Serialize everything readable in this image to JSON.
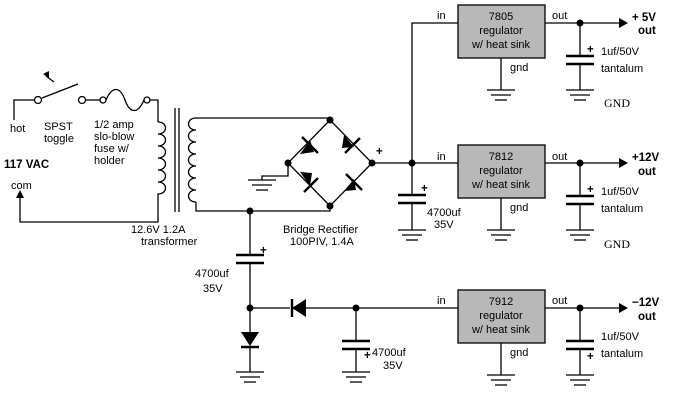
{
  "input": {
    "hot": "hot",
    "voltage": "117 VAC",
    "com": "com",
    "switch_line1": "SPST",
    "switch_line2": "toggle",
    "fuse_line1": "1/2 amp",
    "fuse_line2": "slo-blow",
    "fuse_line3": "fuse w/",
    "fuse_line4": "holder"
  },
  "transformer": {
    "line1": "12.6V  1.2A",
    "line2": "transformer"
  },
  "rectifier": {
    "line1": "Bridge Rectifier",
    "line2": "100PIV, 1.4A",
    "plus": "+"
  },
  "filter_cap_positive": {
    "value": "4700uf",
    "voltage": "35V",
    "plus": "+"
  },
  "filter_cap_negative_top": {
    "value": "4700uf",
    "voltage": "35V",
    "plus": "+"
  },
  "filter_cap_negative_bottom": {
    "value": "4700uf",
    "voltage": "35V",
    "plus": "+"
  },
  "regulators": [
    {
      "model": "7805",
      "line2": "regulator",
      "line3": "w/ heat sink",
      "in": "in",
      "out": "out",
      "gnd": "gnd",
      "cap_value": "1uf/50V",
      "cap_type": "tantalum",
      "cap_plus": "+",
      "output": "+ 5V",
      "output_sub": "out",
      "ground_label": "GND"
    },
    {
      "model": "7812",
      "line2": "regulator",
      "line3": "w/ heat sink",
      "in": "in",
      "out": "out",
      "gnd": "gnd",
      "cap_value": "1uf/50V",
      "cap_type": "tantalum",
      "cap_plus": "+",
      "output": "+12V",
      "output_sub": "out",
      "ground_label": "GND"
    },
    {
      "model": "7912",
      "line2": "regulator",
      "line3": "w/ heat sink",
      "in": "in",
      "out": "out",
      "gnd": "gnd",
      "cap_value": "1uf/50V",
      "cap_type": "tantalum",
      "cap_plus": "+",
      "output": "−12V",
      "output_sub": "out"
    }
  ]
}
